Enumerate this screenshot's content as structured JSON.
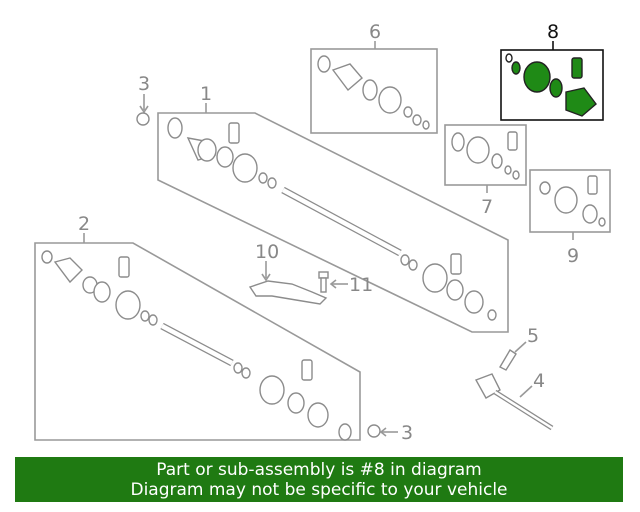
{
  "colors": {
    "highlight": "#1f8a16",
    "banner_bg": "#1f7a12",
    "line": "#999999",
    "text_active": "#111111"
  },
  "callouts": {
    "c1": "1",
    "c2": "2",
    "c3a": "3",
    "c3b": "3",
    "c4": "4",
    "c5": "5",
    "c6": "6",
    "c7": "7",
    "c8": "8",
    "c9": "9",
    "c10": "10",
    "c11": "11"
  },
  "banner": {
    "line1": "Part or sub-assembly is #8 in diagram",
    "line2": "Diagram may not be specific to your vehicle"
  }
}
